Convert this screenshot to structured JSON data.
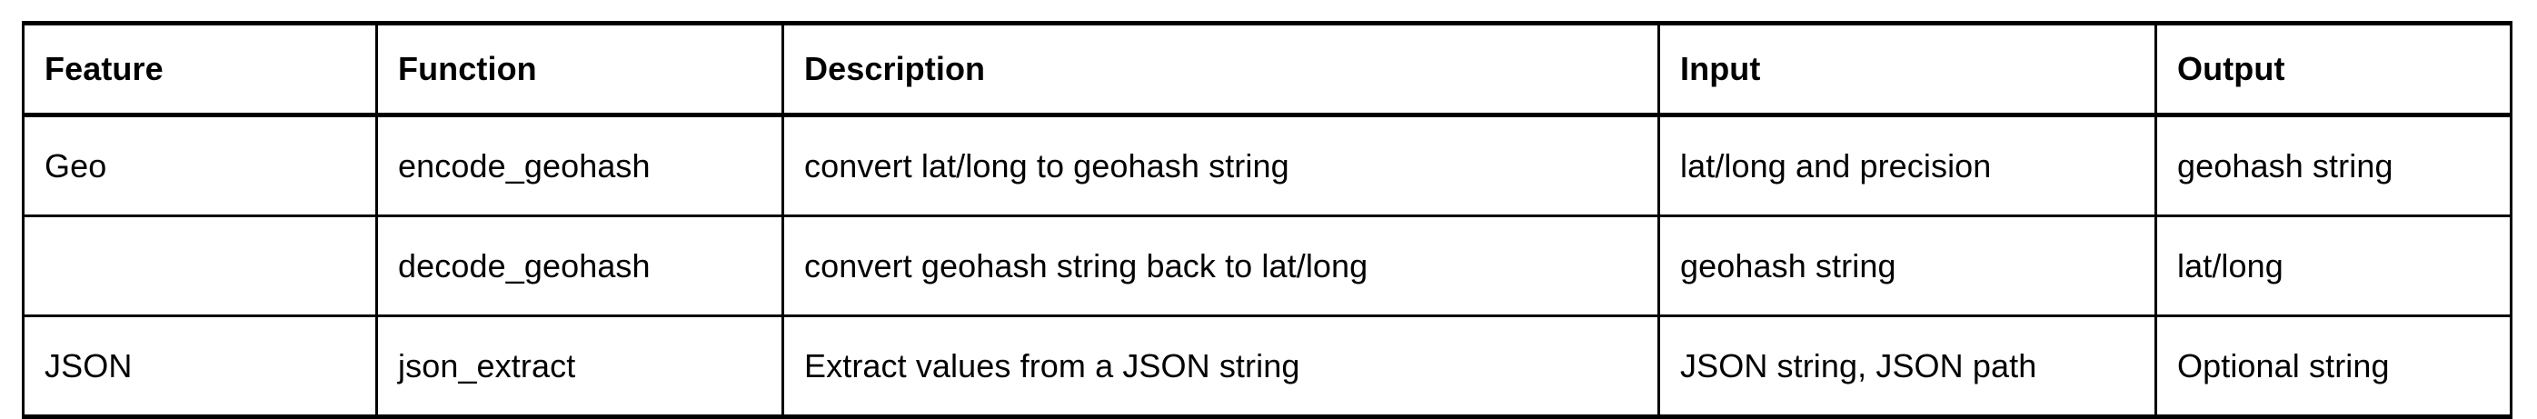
{
  "table": {
    "columns": [
      "Feature",
      "Function",
      "Description",
      "Input",
      "Output"
    ],
    "rows": [
      {
        "feature": "Geo",
        "function": "encode_geohash",
        "description": "convert lat/long to geohash string",
        "input": "lat/long and precision",
        "output": "geohash string"
      },
      {
        "feature": "",
        "function": "decode_geohash",
        "description": "convert geohash string back to lat/long",
        "input": "geohash string",
        "output": "lat/long"
      },
      {
        "feature": "JSON",
        "function": "json_extract",
        "description": "Extract values from a JSON string",
        "input": "JSON string, JSON path",
        "output": "Optional string"
      }
    ]
  },
  "style": {
    "border_color": "#000000",
    "text_color": "#000000",
    "background_color": "#ffffff"
  }
}
